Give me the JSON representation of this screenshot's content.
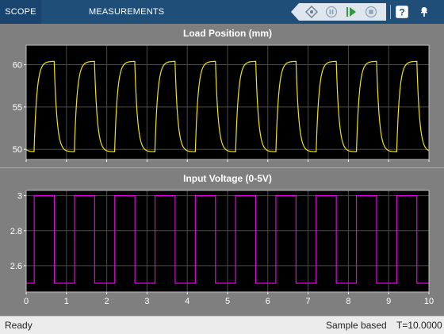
{
  "tabs": [
    {
      "label": "SCOPE",
      "active": true
    },
    {
      "label": "MEASUREMENTS",
      "active": false
    }
  ],
  "toolbar_icons": [
    "highlight-signal-icon",
    "pause-icon",
    "step-forward-icon",
    "stop-icon",
    "help-icon",
    "pin-icon"
  ],
  "colors": {
    "toolbar_bg": "#1f4e79",
    "figure_bg": "#7f7f7f",
    "axes_bg": "#000000",
    "trace_position": "#f2e600",
    "trace_voltage": "#e600e6",
    "grid": "#4a4a4a"
  },
  "status": {
    "left": "Ready",
    "mode": "Sample based",
    "time": "T=10.0000"
  },
  "chart_data": [
    {
      "type": "line",
      "title": "Load Position (mm)",
      "xlim": [
        0,
        10
      ],
      "ylim": [
        48.8,
        62.3
      ],
      "yticks": [
        50,
        55,
        60
      ],
      "xticks": [
        0,
        1,
        2,
        3,
        4,
        5,
        6,
        7,
        8,
        9,
        10
      ],
      "show_xtick_labels": false,
      "grid": true,
      "series": [
        {
          "color": "#f2e600",
          "shape": "square-response",
          "low": 49.7,
          "high": 60.4,
          "period": 1.0,
          "high_start": 0.2,
          "high_end": 0.7,
          "rise_time": 0.07,
          "end": 10,
          "initial": 50.0
        }
      ]
    },
    {
      "type": "line",
      "title": "Input Voltage (0-5V)",
      "xlim": [
        0,
        10
      ],
      "ylim": [
        2.45,
        3.03
      ],
      "yticks": [
        2.6,
        2.8,
        3
      ],
      "ytick_labels": [
        "2.6",
        "2.8",
        "3"
      ],
      "xticks": [
        0,
        1,
        2,
        3,
        4,
        5,
        6,
        7,
        8,
        9,
        10
      ],
      "show_xtick_labels": true,
      "grid": true,
      "series": [
        {
          "color": "#e600e6",
          "shape": "square",
          "low": 2.5,
          "high": 3.0,
          "period": 1.0,
          "high_start": 0.2,
          "high_end": 0.7,
          "end": 10,
          "initial": 2.5
        }
      ]
    }
  ]
}
